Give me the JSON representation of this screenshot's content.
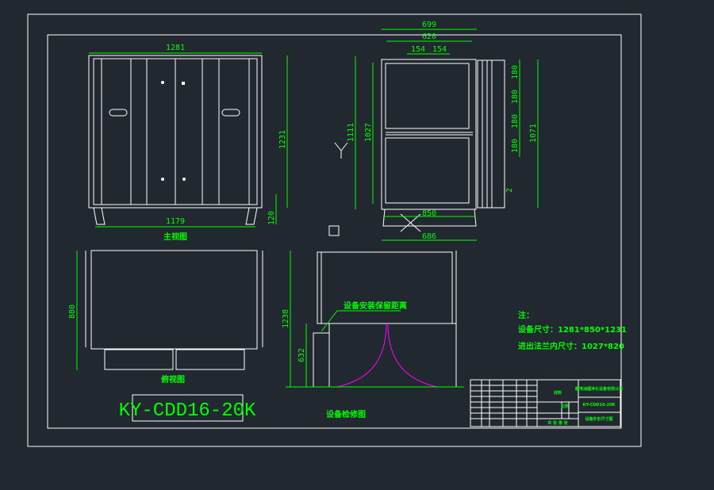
{
  "colors": {
    "background": "#212830",
    "lines": "#ffffff",
    "dimension": "#00ff00",
    "marker": "#ff0000",
    "clearance": "#ff00ff"
  },
  "front_view": {
    "title": "主视图",
    "dims": {
      "width": "1281",
      "height": "1231",
      "leg_span": "1179",
      "leg_height": "120"
    }
  },
  "side_view": {
    "dims": {
      "overall": "699",
      "inner": "620",
      "pitch_a": "154",
      "pitch_b": "154",
      "height_a": "1111",
      "height_b": "1027",
      "height_c": "1071",
      "s1": "180",
      "s2": "180",
      "s3": "180",
      "s4": "180",
      "small": "2",
      "base_a": "850",
      "base_b": "686"
    }
  },
  "top_view": {
    "title": "俯视图",
    "dims": {
      "depth": "880"
    }
  },
  "maintenance_view": {
    "title": "设备检修图",
    "label": "设备安装保留距离",
    "dims": {
      "total": "1238",
      "lower": "632"
    }
  },
  "model": "KY-CDD16-20K",
  "notes": {
    "heading": "注：",
    "size": "设备尺寸：1281*850*1231",
    "flange": "进出法兰内尺寸：1027*820"
  },
  "title_block": {
    "company": "静电油烟净化设备有限公司",
    "drawing_no": "KY-CDD16-20K",
    "drawing_name": "设备外形尺寸图",
    "material": "材料",
    "scale": "比例",
    "sheet": "共 张 第 张"
  }
}
